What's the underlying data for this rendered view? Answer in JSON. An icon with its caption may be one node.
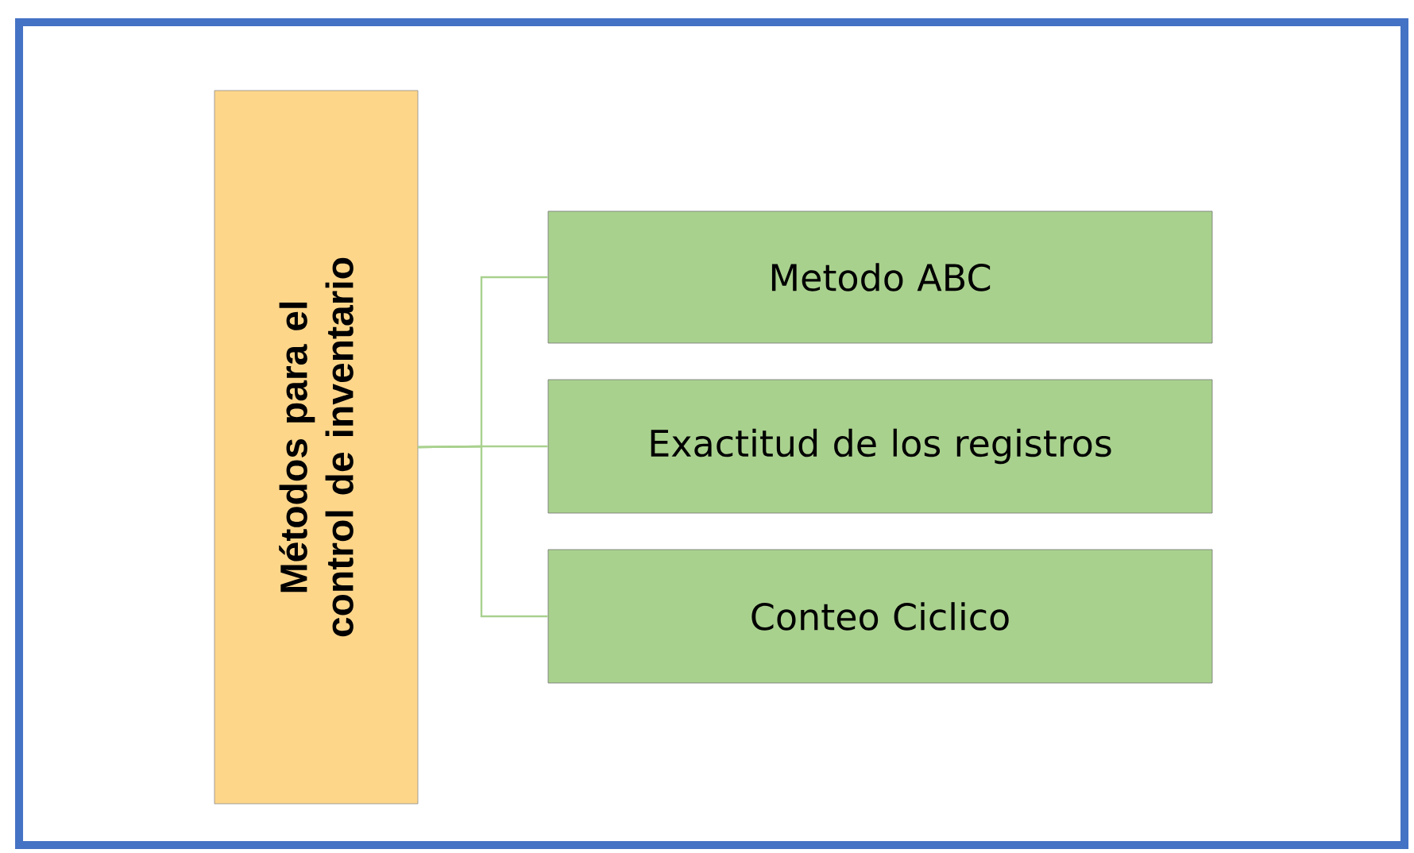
{
  "diagram": {
    "nodes": [
      {
        "text": [
          "Métodos para el control de inventario"
        ]
      },
      {
        "text": [
          "Metodo ABC"
        ]
      },
      {
        "text": [
          "Exactitud de los registros"
        ]
      },
      {
        "text": [
          "Conteo Ciclico"
        ]
      }
    ],
    "edges": [
      {
        "from": 0,
        "to": 1,
        "arrow": "none"
      },
      {
        "from": 0,
        "to": 2,
        "arrow": "none"
      },
      {
        "from": 0,
        "to": 3,
        "arrow": "none"
      }
    ]
  }
}
